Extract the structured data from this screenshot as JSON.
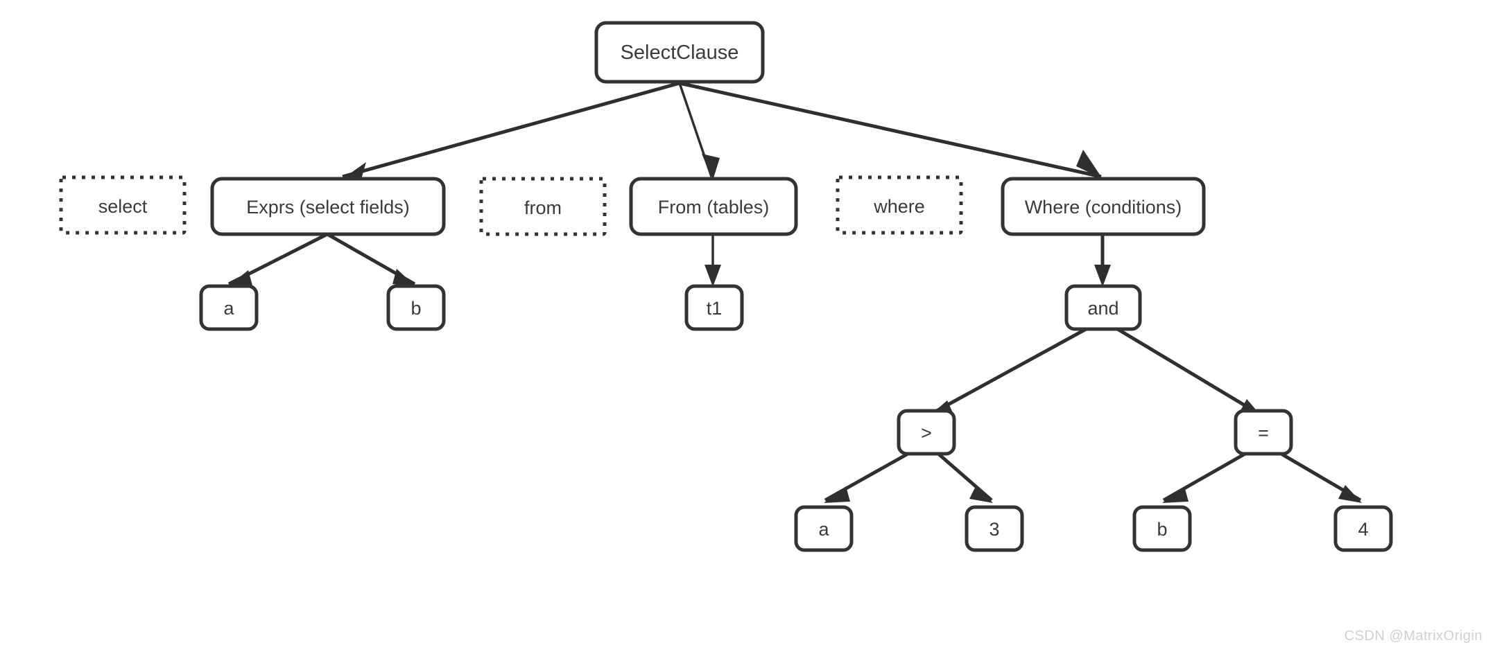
{
  "diagram": {
    "title": "SQL SelectClause AST",
    "background_color": "#ffffff",
    "node_stroke_color": "#333333",
    "node_fill_color": "#ffffff",
    "edge_color": "#2f2f2f",
    "label_color": "#3a3a3a"
  },
  "nodes": {
    "root": {
      "label": "SelectClause",
      "style": "solid"
    },
    "keyword_select": {
      "label": "select",
      "style": "dotted"
    },
    "exprs": {
      "label": "Exprs (select fields)",
      "style": "solid"
    },
    "keyword_from": {
      "label": "from",
      "style": "dotted"
    },
    "from": {
      "label": "From (tables)",
      "style": "solid"
    },
    "keyword_where": {
      "label": "where",
      "style": "dotted"
    },
    "where": {
      "label": "Where (conditions)",
      "style": "solid"
    },
    "expr_a": {
      "label": "a",
      "style": "solid"
    },
    "expr_b": {
      "label": "b",
      "style": "solid"
    },
    "table_t1": {
      "label": "t1",
      "style": "solid"
    },
    "op_and": {
      "label": "and",
      "style": "solid"
    },
    "op_gt": {
      "label": ">",
      "style": "solid"
    },
    "op_eq": {
      "label": "=",
      "style": "solid"
    },
    "gt_left": {
      "label": "a",
      "style": "solid"
    },
    "gt_right": {
      "label": "3",
      "style": "solid"
    },
    "eq_left": {
      "label": "b",
      "style": "solid"
    },
    "eq_right": {
      "label": "4",
      "style": "solid"
    }
  },
  "edges": [
    {
      "from": "root",
      "to": "exprs"
    },
    {
      "from": "root",
      "to": "from"
    },
    {
      "from": "root",
      "to": "where"
    },
    {
      "from": "exprs",
      "to": "expr_a"
    },
    {
      "from": "exprs",
      "to": "expr_b"
    },
    {
      "from": "from",
      "to": "table_t1"
    },
    {
      "from": "where",
      "to": "op_and"
    },
    {
      "from": "op_and",
      "to": "op_gt"
    },
    {
      "from": "op_and",
      "to": "op_eq"
    },
    {
      "from": "op_gt",
      "to": "gt_left"
    },
    {
      "from": "op_gt",
      "to": "gt_right"
    },
    {
      "from": "op_eq",
      "to": "eq_left"
    },
    {
      "from": "op_eq",
      "to": "eq_right"
    }
  ],
  "watermark": {
    "text": "CSDN @MatrixOrigin"
  }
}
